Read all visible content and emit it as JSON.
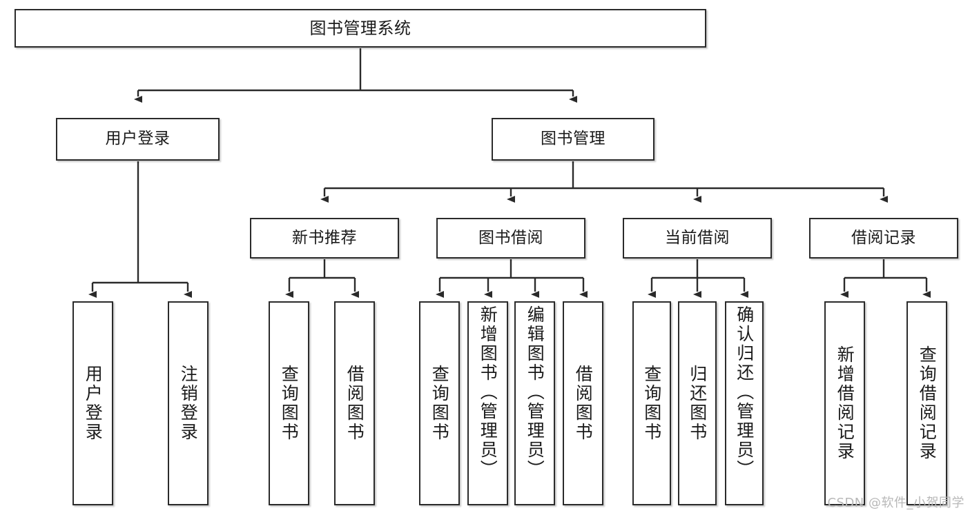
{
  "diagram": {
    "title": "图书管理系统",
    "watermark": "CSDN @软件_小贺同学",
    "accent_color": "#2a2a2a",
    "background_color": "#ffffff",
    "nodes": {
      "root": {
        "label": "图书管理系统"
      },
      "level2": [
        {
          "label": "用户登录"
        },
        {
          "label": "图书管理"
        }
      ],
      "level3": [
        {
          "label": "新书推荐"
        },
        {
          "label": "图书借阅"
        },
        {
          "label": "当前借阅"
        },
        {
          "label": "借阅记录"
        }
      ],
      "leaves": {
        "user_login": [
          {
            "label": "用户登录"
          },
          {
            "label": "注销登录"
          }
        ],
        "new_book_recommend": [
          {
            "label": "查询图书"
          },
          {
            "label": "借阅图书"
          }
        ],
        "book_borrow": [
          {
            "label": "查询图书"
          },
          {
            "label": "新增图书（管理员）"
          },
          {
            "label": "编辑图书（管理员）"
          },
          {
            "label": "借阅图书"
          }
        ],
        "current_borrow": [
          {
            "label": "查询图书"
          },
          {
            "label": "归还图书"
          },
          {
            "label": "确认归还（管理员）"
          }
        ],
        "borrow_record": [
          {
            "label": "新增借阅记录"
          },
          {
            "label": "查询借阅记录"
          }
        ]
      }
    }
  }
}
